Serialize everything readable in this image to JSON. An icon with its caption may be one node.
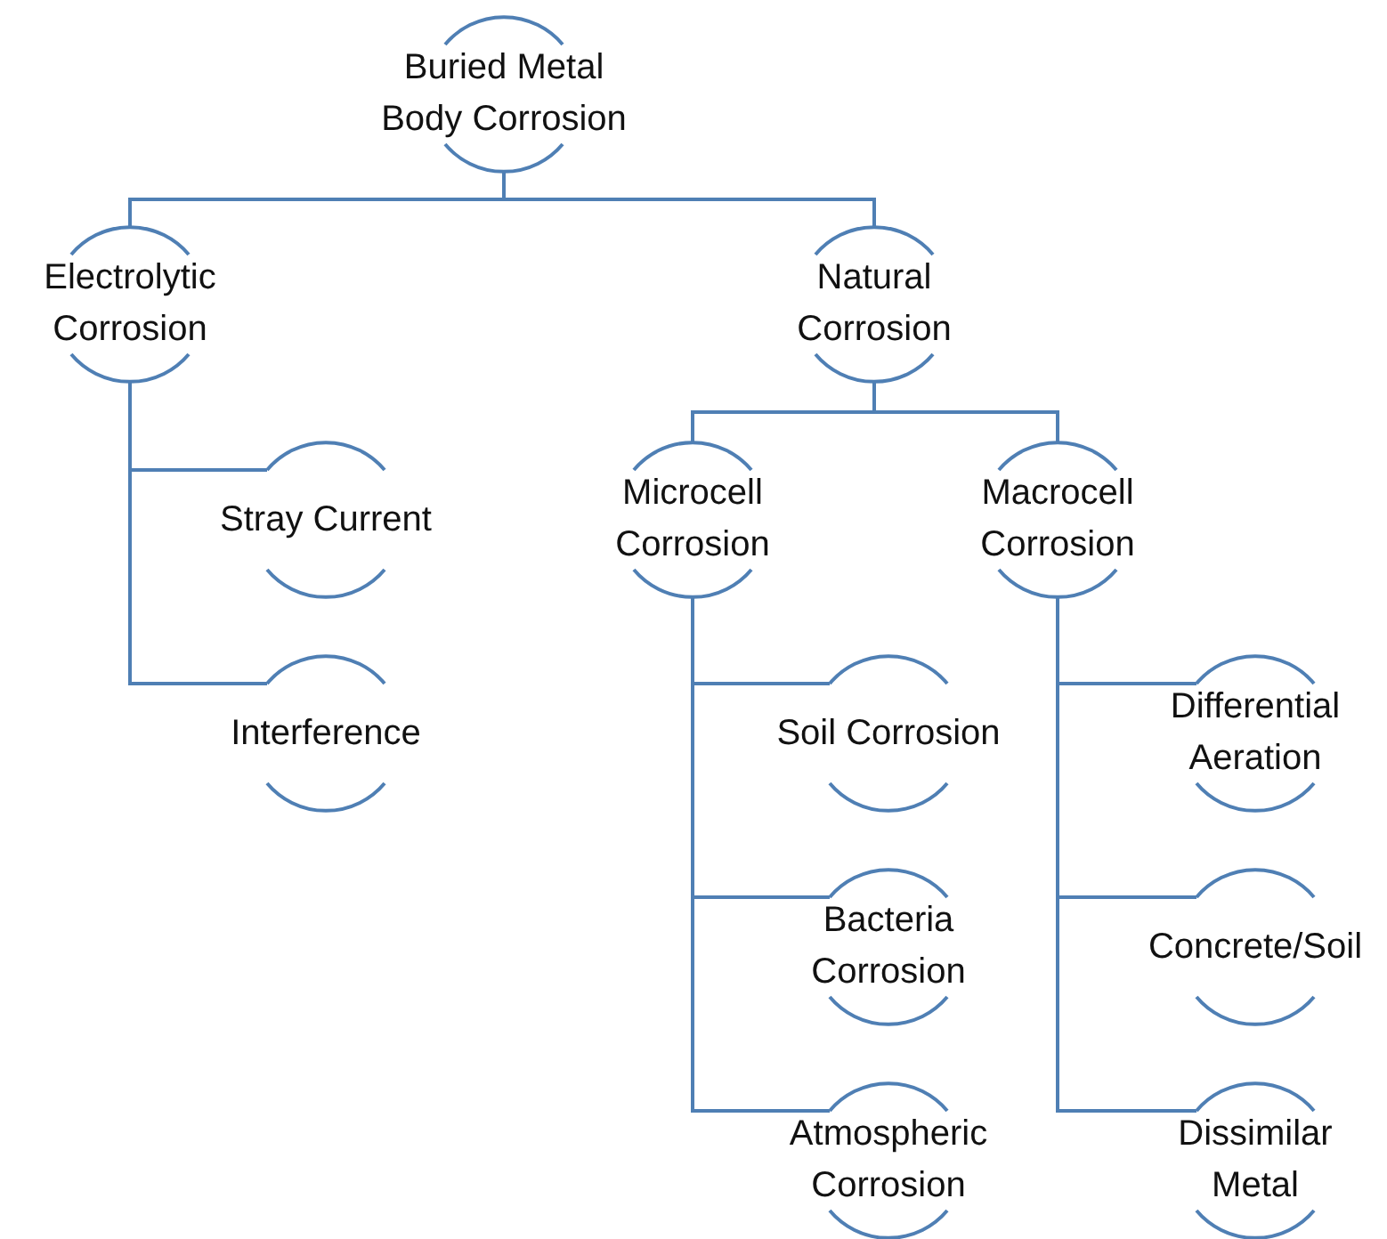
{
  "diagram": {
    "nodes": [
      {
        "text": [
          "Buried Metal Body Corrosion"
        ]
      },
      {
        "text": [
          "Electrolytic Corrosion"
        ]
      },
      {
        "text": [
          "Natural Corrosion"
        ]
      },
      {
        "text": [
          "Stray Current"
        ]
      },
      {
        "text": [
          "Interference"
        ]
      },
      {
        "text": [
          "Microcell Corrosion"
        ]
      },
      {
        "text": [
          "Macrocell Corrosion"
        ]
      },
      {
        "text": [
          "Soil Corrosion"
        ]
      },
      {
        "text": [
          "Bacteria Corrosion"
        ]
      },
      {
        "text": [
          "Atmospheric Corrosion"
        ]
      },
      {
        "text": [
          "Differential Aeration"
        ]
      },
      {
        "text": [
          "Concrete/Soil"
        ]
      },
      {
        "text": [
          "Dissimilar Metal"
        ]
      }
    ],
    "edges": [
      {
        "from": 0,
        "to": 1,
        "arrow": "none"
      },
      {
        "from": 0,
        "to": 2,
        "arrow": "none"
      },
      {
        "from": 1,
        "to": 3,
        "arrow": "none"
      },
      {
        "from": 1,
        "to": 4,
        "arrow": "none"
      },
      {
        "from": 2,
        "to": 5,
        "arrow": "none"
      },
      {
        "from": 2,
        "to": 6,
        "arrow": "none"
      },
      {
        "from": 5,
        "to": 7,
        "arrow": "none"
      },
      {
        "from": 5,
        "to": 8,
        "arrow": "none"
      },
      {
        "from": 5,
        "to": 9,
        "arrow": "none"
      },
      {
        "from": 6,
        "to": 10,
        "arrow": "none"
      },
      {
        "from": 6,
        "to": 11,
        "arrow": "none"
      },
      {
        "from": 6,
        "to": 12,
        "arrow": "none"
      }
    ]
  }
}
